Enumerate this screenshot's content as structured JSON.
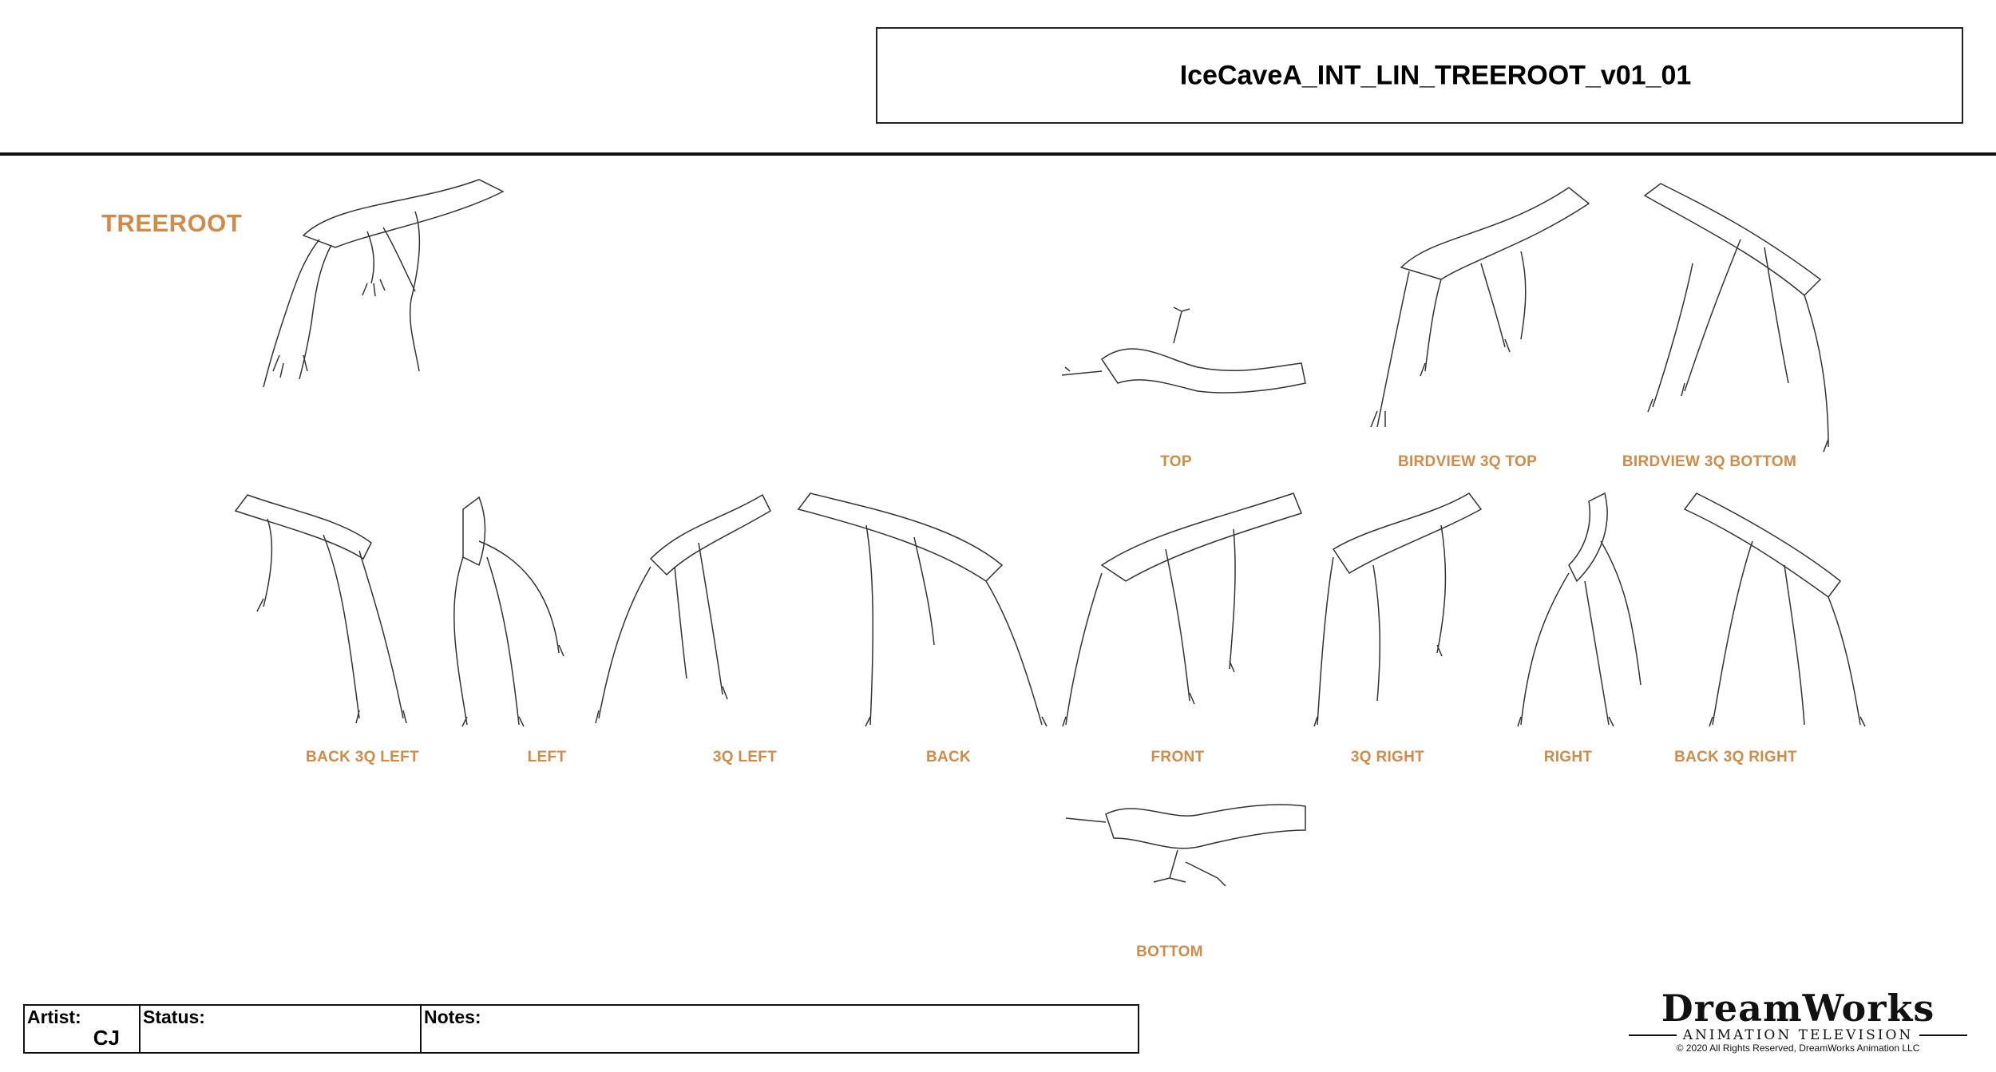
{
  "header": {
    "title": "IceCaveA_INT_LIN_TREEROOT_v01_01"
  },
  "section": {
    "title": "TREEROOT"
  },
  "views": {
    "top": "TOP",
    "birdview_3q_top": "BIRDVIEW 3Q TOP",
    "birdview_3q_bottom": "BIRDVIEW 3Q BOTTOM",
    "back_3q_left": "BACK 3Q LEFT",
    "left": "LEFT",
    "q3_left": "3Q LEFT",
    "back": "BACK",
    "front": "FRONT",
    "q3_right": "3Q RIGHT",
    "right": "RIGHT",
    "back_3q_right": "BACK 3Q RIGHT",
    "bottom": "BOTTOM"
  },
  "info": {
    "artist_label": "Artist:",
    "artist_value": "CJ",
    "status_label": "Status:",
    "status_value": "",
    "notes_label": "Notes:",
    "notes_value": ""
  },
  "logo": {
    "main": "DreamWorks",
    "sub": "ANIMATION TELEVISION",
    "copyright": "© 2020 All Rights Reserved, DreamWorks Animation LLC"
  },
  "colors": {
    "label": "#d08b48",
    "line": "#222222"
  }
}
